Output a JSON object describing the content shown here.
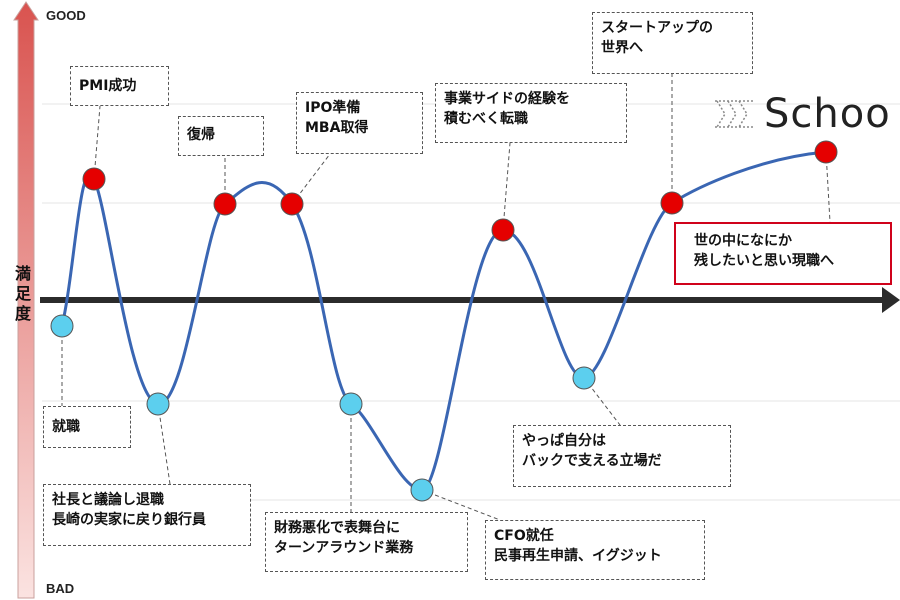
{
  "axis": {
    "top_label": "GOOD",
    "bottom_label": "BAD",
    "y_label_chars": [
      "満",
      "足",
      "度"
    ]
  },
  "logo": {
    "text": "Schoo"
  },
  "colors": {
    "curve": "#3a66b3",
    "good_point": "#e50000",
    "bad_point": "#5ccfee",
    "arrow": "#2b2b2b",
    "highlight_border": "#d0021b"
  },
  "notes": {
    "shushoku": [
      "就職"
    ],
    "pmi": [
      "PMI成功"
    ],
    "shacho": [
      "社長と議論し退職",
      "長崎の実家に戻り銀行員"
    ],
    "fukki": [
      "復帰"
    ],
    "ipo": [
      "IPO準備",
      "MBA取得"
    ],
    "zaimu": [
      "財務悪化で表舞台に",
      "ターンアラウンド業務"
    ],
    "cfo": [
      "CFO就任",
      "民事再生申請、イグジット"
    ],
    "jigyo": [
      "事業サイドの経験を",
      "積むべく転職"
    ],
    "yappa": [
      "やっぱ自分は",
      "バックで支える立場だ"
    ],
    "startup": [
      "スタートアップの",
      "世界へ"
    ],
    "genshoku": [
      "世の中になにか",
      "残したいと思い現職へ"
    ]
  }
}
